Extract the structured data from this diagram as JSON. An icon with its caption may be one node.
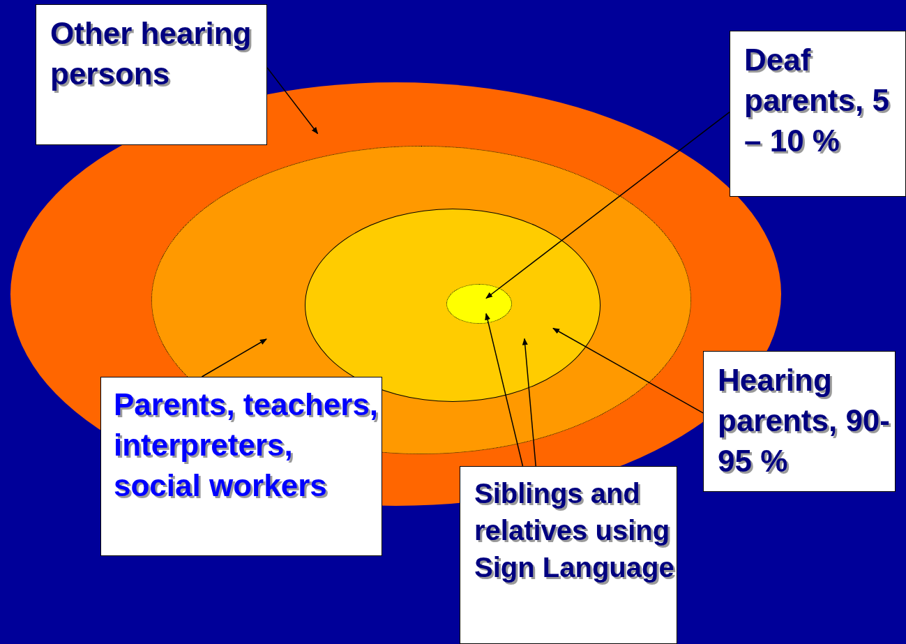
{
  "diagram": {
    "nodes": [
      {
        "text": [],
        "shape": "ellipse"
      },
      {
        "text": [],
        "shape": "ellipse",
        "in": 0
      },
      {
        "text": [],
        "shape": "ellipse",
        "in": 1
      },
      {
        "text": [],
        "shape": "ellipse",
        "in": 2
      },
      {
        "text": [
          "Other hearing persons"
        ]
      },
      {
        "text": [
          "Deaf parents, 5 – 10 %"
        ]
      },
      {
        "text": [
          "Parents, teachers, interpreters, social workers"
        ]
      },
      {
        "text": [
          "Hearing parents, 90-95 %"
        ]
      },
      {
        "text": [
          "Siblings and relatives using Sign Language"
        ]
      }
    ],
    "edges": [
      {
        "from": 4,
        "to": 0,
        "arrow": "to"
      },
      {
        "from": 5,
        "to": 3,
        "arrow": "to"
      },
      {
        "from": 6,
        "to": 1,
        "arrow": "to"
      },
      {
        "from": 7,
        "to": 2,
        "arrow": "to"
      },
      {
        "from": 8,
        "to": 3,
        "arrow": "to"
      },
      {
        "from": 8,
        "to": 2,
        "arrow": "to"
      }
    ]
  }
}
